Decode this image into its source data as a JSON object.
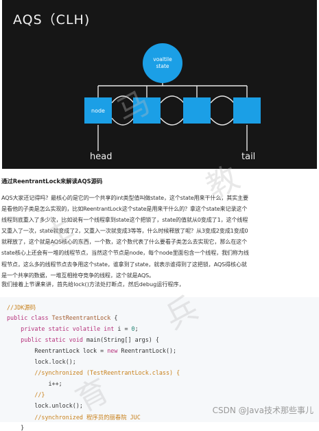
{
  "diagram": {
    "title": "AQS（CLH)",
    "state_line1": "voaltile",
    "state_line2": "state",
    "node_label": "node",
    "head_label": "head",
    "tail_label": "tail"
  },
  "article": {
    "heading": "通过ReentrantLock来解读AQS源码",
    "paragraph_lines": [
      " AQS大家还记得吗？最核心的是它的一个共享的int类型值叫做state，这个state用来干什么，其实主要",
      "是看他的子类是怎么实现的，比如ReentrantLock这个state是用来干什么的？拿这个state来记录这个",
      "线程到底重入了多少次，比如说有一个线程拿到state这个把锁了，state的值就从0变成了1，这个线程",
      "又重入了一次，state就变成了2，又重入一次就变成3等等，什么时候释放了呢？从3变成2变成1变成0",
      "就释放了，这个就是AQS核心的东西，一个数，这个数代表了什么要看子类怎么去实现它，那么在这个",
      "state核心上还会有一堆的线程节点，当然这个节点是node，每个node里面包含一个线程，我们称为线",
      "程节点，这么多的线程节点去争用这个state，谁拿到了state，就表示谁得到了这把锁，AQS得核心就",
      "是一个共享的数据，一堆互相抢夺竞争的线程，这个就是AQS。"
    ],
    "intro": "我们接着上节课来讲，首先给lock()方法处打断点，然后debug运行程序，"
  },
  "code": {
    "c1": "//JDK源码",
    "kw_public_class": "public class ",
    "class_name": "TestReentrantLock",
    "brace_open": " {",
    "kw_private_static_volatile_int": "private static volatile int ",
    "var_i": "i = ",
    "zero": "0",
    "semi": ";",
    "kw_public_static_void": "public static void ",
    "main_sig": "main(String[] args) {",
    "lock_decl_a": "ReentrantLock lock = ",
    "kw_new": "new ",
    "lock_decl_b": "ReentrantLock();",
    "lock_call": "lock.lock();",
    "c_sync": "//synchronized (TestReentrantLock.class) {",
    "inc": "i++;",
    "c_close": "//}",
    "unlock_call": "lock.unlock();",
    "c_jvm": "//synchronized 程序员的丽春院 JUC",
    "brace_close": "}"
  },
  "watermark": {
    "credit": "CSDN @Java技术那些事儿"
  }
}
